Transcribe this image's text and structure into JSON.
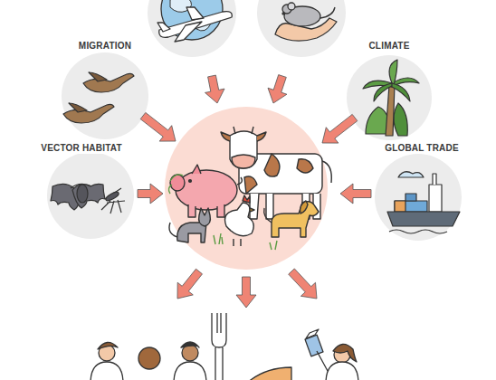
{
  "diagram": {
    "nodes": [
      {
        "text": [
          "MIGRATION"
        ]
      },
      {
        "text": [
          "CLIMATE"
        ]
      },
      {
        "text": [
          "VECTOR HABITAT"
        ]
      },
      {
        "text": [
          "GLOBAL TRADE"
        ]
      }
    ]
  }
}
